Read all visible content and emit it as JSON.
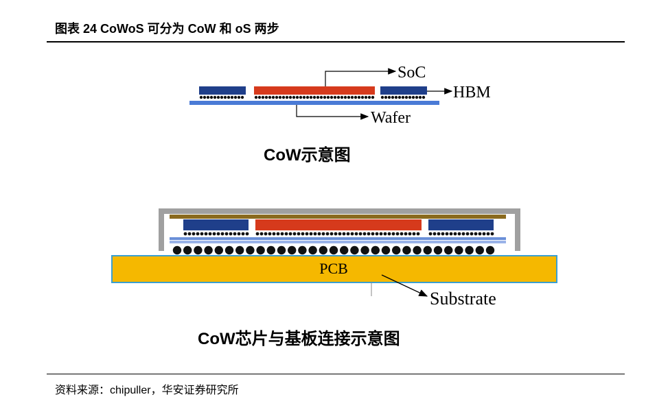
{
  "header": {
    "title": "图表 24 CoWoS 可分为 CoW 和 oS 两步"
  },
  "diagram_cow": {
    "labels": {
      "soc": "SoC",
      "hbm": "HBM",
      "wafer": "Wafer"
    },
    "caption": "CoW示意图",
    "colors": {
      "hbm": "#1f3f8a",
      "soc": "#d63a1c",
      "wafer": "#4a7bd6"
    }
  },
  "diagram_substrate": {
    "labels": {
      "pcb": "PCB",
      "substrate": "Substrate"
    },
    "caption": "CoW芯片与基板连接示意图",
    "colors": {
      "pcb": "#f5b800",
      "lid": "#9a9a9a",
      "top_bar": "#8a6a1e"
    }
  },
  "footer": {
    "source": "资料来源：chipuller，华安证券研究所"
  }
}
